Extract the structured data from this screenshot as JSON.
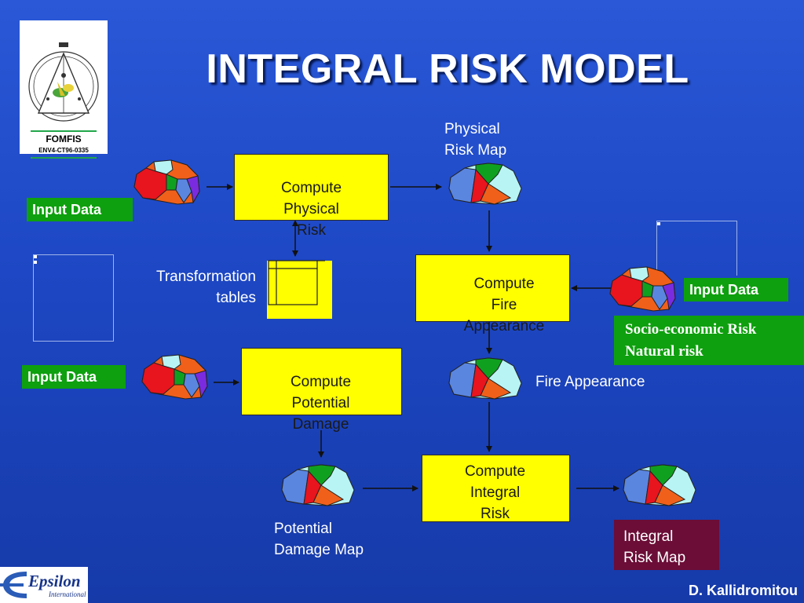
{
  "title": "INTEGRAL RISK MODEL",
  "logo": {
    "name": "FOMFIS",
    "code": "ENV4-CT96-0335"
  },
  "process_boxes": {
    "physical": [
      "Compute",
      "Physical",
      "Risk"
    ],
    "fire": [
      "Compute",
      "Fire",
      "Appearance"
    ],
    "potential": [
      "Compute",
      "Potential",
      "Damage"
    ],
    "integral": [
      "Compute",
      "Integral",
      "Risk"
    ]
  },
  "input_labels": {
    "top_left": "Input Data",
    "middle_left": "Input Data",
    "right": "Input Data"
  },
  "labels": {
    "physical_risk_map": [
      "Physical",
      "Risk Map"
    ],
    "transformation_tables": [
      "Transformation",
      "tables"
    ],
    "fire_appearance": "Fire Appearance",
    "potential_damage_map": [
      "Potential",
      "Damage Map"
    ],
    "integral_risk_map": [
      "Integral",
      "Risk Map"
    ],
    "socio_economic": [
      "Socio-economic Risk",
      "Natural risk"
    ]
  },
  "footer": {
    "author": "D. Kallidromitou",
    "company_name": "Epsilon",
    "company_sub": "International"
  },
  "colors": {
    "background": "#1d47c4",
    "process_fill": "#ffff00",
    "label_green": "#0ea00e",
    "label_maroon": "#6b0d37",
    "map_red": "#e8141e",
    "map_green": "#10a020",
    "map_orange": "#f0601a",
    "map_blue": "#5a86e0",
    "map_cyan": "#b8f4f4",
    "map_purple": "#7a2be0"
  }
}
